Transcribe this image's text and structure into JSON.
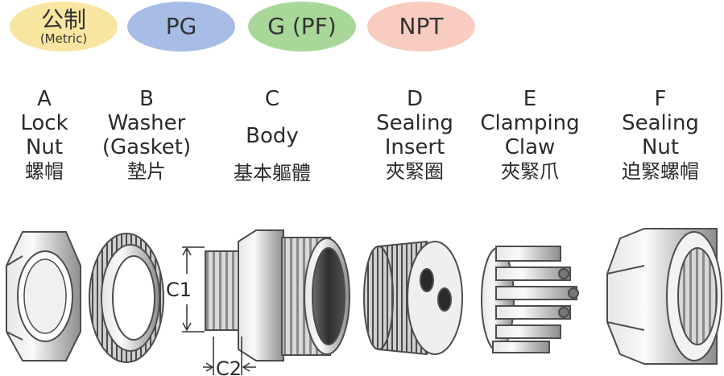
{
  "badges": [
    {
      "line1": "公制",
      "line2": "(Metric)",
      "color": "#f8e6a0"
    },
    {
      "line1": "PG",
      "color": "#a8bde6"
    },
    {
      "line1": "G (PF)",
      "color": "#a9d79a"
    },
    {
      "line1": "NPT",
      "color": "#f8cdbf"
    }
  ],
  "parts": [
    {
      "letter": "A",
      "en1": "Lock",
      "en2": "Nut",
      "zh": "螺帽"
    },
    {
      "letter": "B",
      "en1": "Washer",
      "en2": "(Gasket)",
      "zh": "墊片"
    },
    {
      "letter": "C",
      "en1": "Body",
      "en2": "",
      "zh": "基本軀體"
    },
    {
      "letter": "D",
      "en1": "Sealing",
      "en2": "Insert",
      "zh": "夾緊圈"
    },
    {
      "letter": "E",
      "en1": "Clamping",
      "en2": "Claw",
      "zh": "夾緊爪"
    },
    {
      "letter": "F",
      "en1": "Sealing",
      "en2": "Nut",
      "zh": "迫緊螺帽"
    }
  ],
  "dimensions": {
    "c1": "C1",
    "c2": "C2"
  }
}
